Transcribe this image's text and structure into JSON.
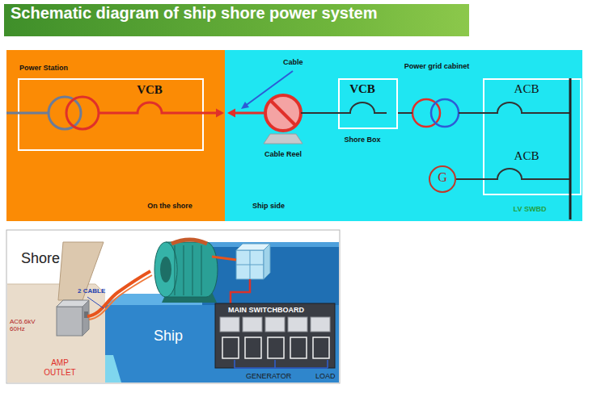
{
  "diagram": {
    "title": "Schematic diagram of ship shore power system",
    "nodes": [
      {
        "text": [
          "On the shore"
        ]
      },
      {
        "text": [
          "Power Station",
          "VCB"
        ],
        "in": 0
      },
      {
        "text": [
          "Ship side"
        ]
      },
      {
        "text": [
          "Cable Reel"
        ],
        "in": 2
      },
      {
        "text": [
          "VCB",
          "Shore Box"
        ],
        "in": 2
      },
      {
        "text": [
          "Power grid cabinet"
        ],
        "in": 2
      },
      {
        "text": [
          "ACB",
          "ACB",
          "LV SWBD"
        ],
        "in": 2
      },
      {
        "text": [
          "G"
        ],
        "in": 2
      }
    ],
    "edges": [
      {
        "from": 1,
        "to": 3,
        "arrow": "both"
      },
      {
        "from": 3,
        "to": 4,
        "arrow": "none"
      },
      {
        "from": 4,
        "to": 5,
        "arrow": "none"
      },
      {
        "from": 5,
        "to": 6,
        "arrow": "none"
      },
      {
        "from": 7,
        "to": 6,
        "arrow": "none"
      }
    ],
    "labels": [
      "Cable",
      "Shore",
      "2 CABLE",
      "AC6.6kV 60Hz",
      "AMP OUTLET",
      "Ship",
      "MAIN SWITCHBOARD",
      "GENERATOR",
      "LOAD"
    ]
  }
}
